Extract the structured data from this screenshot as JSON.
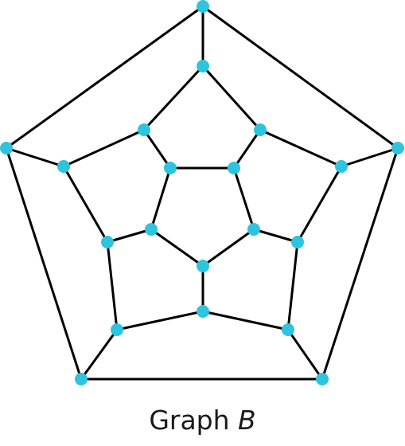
{
  "caption": {
    "text": "Graph",
    "variable": "B"
  },
  "style": {
    "node_color": "#2ec4dd",
    "edge_color": "#000000"
  },
  "graph": {
    "node_count": 20,
    "edge_count": 30,
    "edges": [
      [
        "a0",
        "a1"
      ],
      [
        "a1",
        "a2"
      ],
      [
        "a2",
        "a3"
      ],
      [
        "a3",
        "a4"
      ],
      [
        "a4",
        "a0"
      ],
      [
        "a0",
        "b0"
      ],
      [
        "a1",
        "b1"
      ],
      [
        "a2",
        "b2"
      ],
      [
        "a3",
        "b3"
      ],
      [
        "a4",
        "b4"
      ],
      [
        "b0",
        "c0"
      ],
      [
        "c0",
        "b1"
      ],
      [
        "b1",
        "c1"
      ],
      [
        "c1",
        "b2"
      ],
      [
        "b2",
        "c2"
      ],
      [
        "c2",
        "b3"
      ],
      [
        "b3",
        "c3"
      ],
      [
        "c3",
        "b4"
      ],
      [
        "b4",
        "c4"
      ],
      [
        "c4",
        "b0"
      ],
      [
        "c0",
        "d0"
      ],
      [
        "c1",
        "d1"
      ],
      [
        "c2",
        "d2"
      ],
      [
        "c3",
        "d3"
      ],
      [
        "c4",
        "d4"
      ],
      [
        "d0",
        "d1"
      ],
      [
        "d1",
        "d2"
      ],
      [
        "d2",
        "d3"
      ],
      [
        "d3",
        "d4"
      ],
      [
        "d4",
        "d0"
      ]
    ]
  }
}
